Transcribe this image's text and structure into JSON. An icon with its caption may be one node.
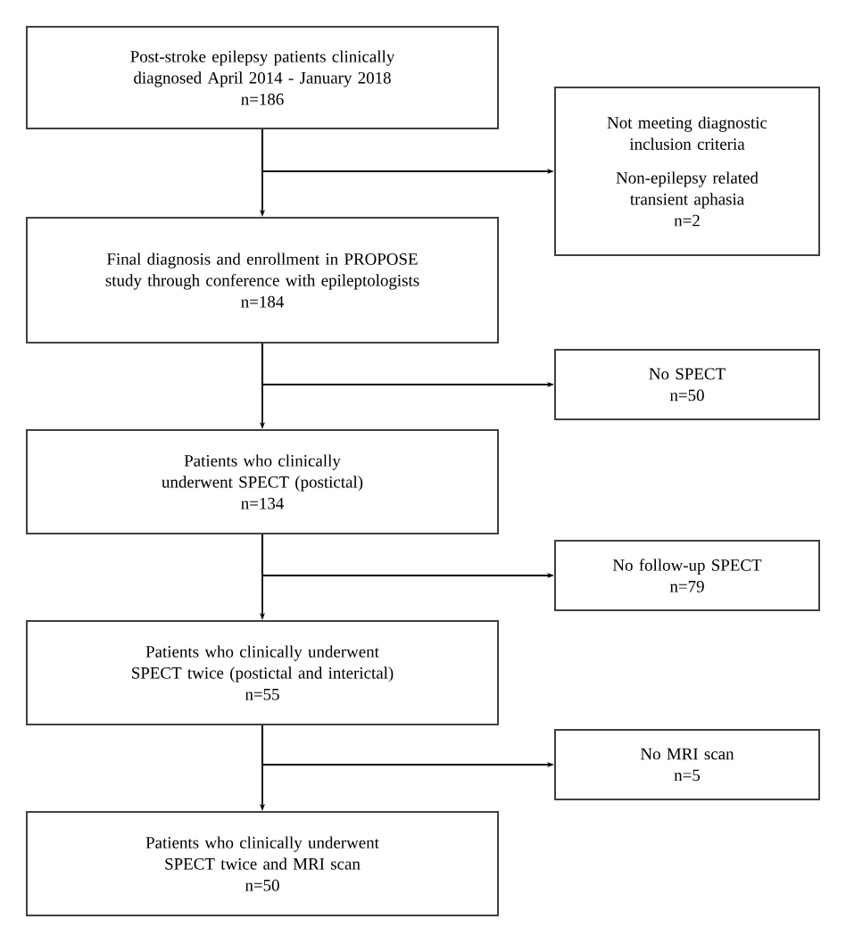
{
  "diagram": {
    "nodes": [
      {
        "text": [
          "Post-stroke epilepsy patients clinically diagnosed April 2014 - January 2018",
          "n=186"
        ]
      },
      {
        "text": [
          "Final diagnosis and enrollment in PROPOSE study through conference with epileptologists",
          "n=184"
        ]
      },
      {
        "text": [
          "Patients who clinically underwent SPECT (postictal)",
          "n=134"
        ]
      },
      {
        "text": [
          "Patients who clinically underwent SPECT twice (postictal and interictal)",
          "n=55"
        ]
      },
      {
        "text": [
          "Patients who clinically underwent SPECT twice and MRI scan",
          "n=50"
        ]
      },
      {
        "text": [
          "Not meeting diagnostic inclusion criteria",
          "Non-epilepsy related transient aphasia",
          "n=2"
        ]
      },
      {
        "text": [
          "No SPECT",
          "n=50"
        ]
      },
      {
        "text": [
          "No follow-up SPECT",
          "n=79"
        ]
      },
      {
        "text": [
          "No MRI scan",
          "n=5"
        ]
      }
    ],
    "edges": [
      {
        "from": 0,
        "to": 1,
        "arrow": "to"
      },
      {
        "from": 0,
        "to": 5,
        "arrow": "to"
      },
      {
        "from": 1,
        "to": 2,
        "arrow": "to"
      },
      {
        "from": 1,
        "to": 6,
        "arrow": "to"
      },
      {
        "from": 2,
        "to": 3,
        "arrow": "to"
      },
      {
        "from": 2,
        "to": 7,
        "arrow": "to"
      },
      {
        "from": 3,
        "to": 4,
        "arrow": "to"
      },
      {
        "from": 3,
        "to": 8,
        "arrow": "to"
      }
    ]
  }
}
